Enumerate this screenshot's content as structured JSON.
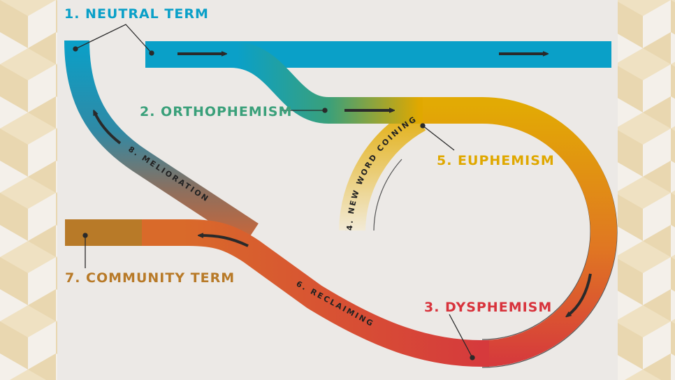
{
  "title": "Euphemism treadmill cycle",
  "stages": {
    "s1": "1. NEUTRAL TERM",
    "s2": "2. ORTHOPHEMISM",
    "s3": "3. DYSPHEMISM",
    "s4": "4. NEW WORD COINING",
    "s5": "5. EUPHEMISM",
    "s6": "6. RECLAIMING",
    "s7": "7. COMMUNITY TERM",
    "s8": "8. MELIORATION"
  },
  "colors": {
    "neutral": "#0aa0c8",
    "orthophemism": "#3aa07a",
    "euphemism": "#e0a800",
    "dysphemism": "#d8333c",
    "community": "#b87a28",
    "arrow": "#2a2a2a",
    "paper": "#ece9e6",
    "side": "#efe1c2"
  }
}
